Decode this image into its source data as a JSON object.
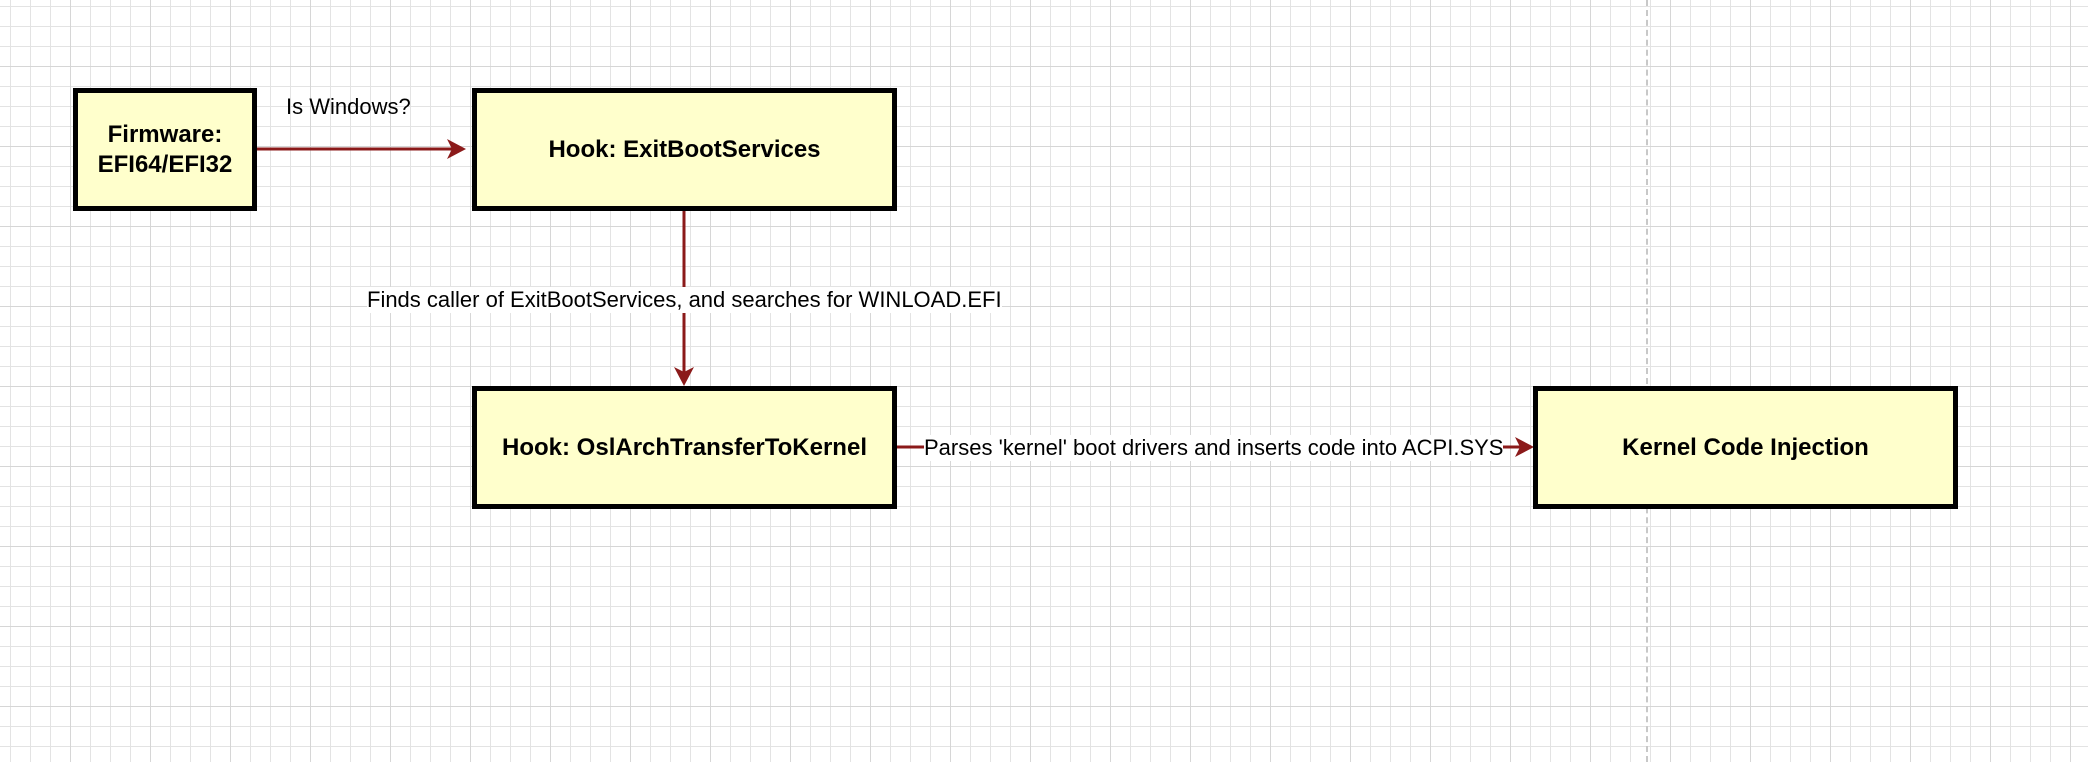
{
  "diagram": {
    "edge_color": "#8b1a1a",
    "node_fill": "#ffffcc",
    "nodes": {
      "firmware": {
        "line1": "Firmware:",
        "line2": "EFI64/EFI32"
      },
      "exit_boot_services": {
        "label": "Hook: ExitBootServices"
      },
      "osl_arch_transfer": {
        "label": "Hook: OslArchTransferToKernel"
      },
      "kernel_injection": {
        "label": "Kernel Code Injection"
      }
    },
    "edges": {
      "firmware_to_hook": {
        "label": "Is Windows?"
      },
      "hook_to_osl": {
        "label": "Finds caller of ExitBootServices, and searches for WINLOAD.EFI"
      },
      "osl_to_kernel": {
        "label": "Parses 'kernel' boot drivers and inserts code into ACPI.SYS"
      }
    }
  }
}
